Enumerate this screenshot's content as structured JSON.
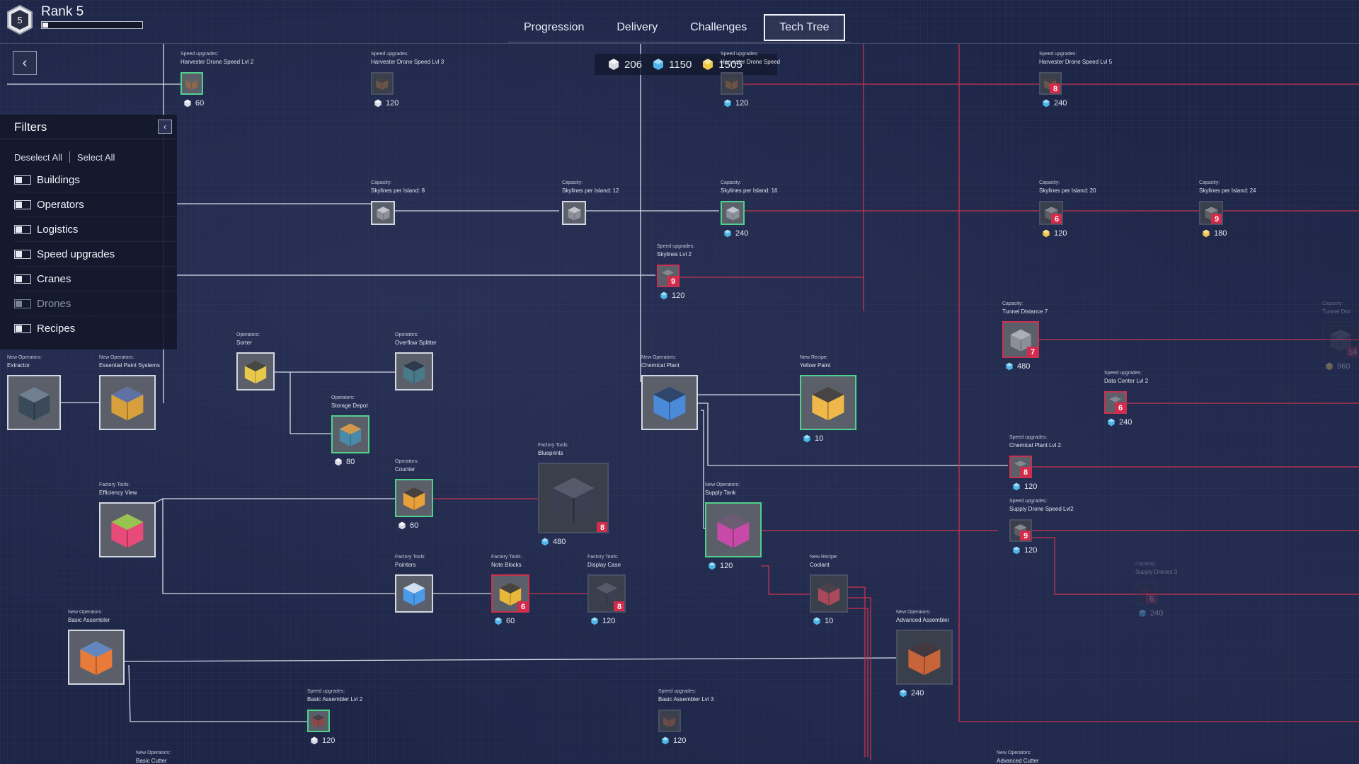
{
  "header": {
    "rank_number": "5",
    "rank_label": "Rank 5",
    "rank_progress": 0.06,
    "tabs": [
      {
        "label": "Progression",
        "active": false
      },
      {
        "label": "Delivery",
        "active": false
      },
      {
        "label": "Challenges",
        "active": false
      },
      {
        "label": "Tech Tree",
        "active": true
      }
    ]
  },
  "currency": {
    "shapes": "206",
    "crystals": "1150",
    "gold": "1505"
  },
  "colors": {
    "shape_currency": "#d8dbe3",
    "crystal_currency": "#4fb6e8",
    "gold_currency": "#f0c94a",
    "researched_border": "#4fd08c",
    "locked_link": "#c8324e",
    "badge": "#d42a4c"
  },
  "filters": {
    "title": "Filters",
    "deselect_all": "Deselect All",
    "select_all": "Select All",
    "items": [
      {
        "label": "Buildings",
        "enabled": true
      },
      {
        "label": "Operators",
        "enabled": true
      },
      {
        "label": "Logistics",
        "enabled": true
      },
      {
        "label": "Speed upgrades",
        "enabled": true
      },
      {
        "label": "Cranes",
        "enabled": true
      },
      {
        "label": "Drones",
        "enabled": false
      },
      {
        "label": "Recipes",
        "enabled": true
      }
    ]
  },
  "nodes": {
    "harvester2": {
      "category": "Speed upgrades:",
      "name": "Harvester Drone Speed Lvl 2",
      "cost": "60",
      "currency": "shape-icon"
    },
    "harvester3": {
      "category": "Speed upgrades:",
      "name": "Harvester Drone Speed Lvl 3",
      "cost": "120",
      "currency": "shape-icon"
    },
    "harvester4": {
      "category": "Speed upgrades:",
      "name": "Harvester Drone Speed",
      "cost": "120",
      "currency": "crystal-icon"
    },
    "harvester5": {
      "category": "Speed upgrades:",
      "name": "Harvester Drone Speed Lvl 5",
      "cost": "240",
      "currency": "crystal-icon",
      "badge": "8"
    },
    "skylines8": {
      "category": "Capacity:",
      "name": "Skylines per Island: 8"
    },
    "skylines12": {
      "category": "Capacity:",
      "name": "Skylines per Island: 12"
    },
    "skylines16": {
      "category": "Capacity:",
      "name": "Skylines per Island: 16",
      "cost": "240",
      "currency": "crystal-icon"
    },
    "skylines20": {
      "category": "Capacity:",
      "name": "Skylines per Island: 20",
      "cost": "120",
      "currency": "gold-icon",
      "badge": "6"
    },
    "skylines24": {
      "category": "Capacity:",
      "name": "Skylines per Island: 24",
      "cost": "180",
      "currency": "gold-icon",
      "badge": "9"
    },
    "skylinesspeed2": {
      "category": "Speed upgrades:",
      "name": "Skylines Lvl 2",
      "cost": "120",
      "currency": "crystal-icon",
      "badge": "9"
    },
    "tunnel7": {
      "category": "Capacity:",
      "name": "Tunnel Distance 7",
      "cost": "480",
      "currency": "crystal-icon",
      "badge": "7"
    },
    "tunnelnext": {
      "category": "Capacity:",
      "name": "Tunnel Dist",
      "cost": "960",
      "currency": "gold-icon",
      "badge": "14"
    },
    "datacenter2": {
      "category": "Speed upgrades:",
      "name": "Data Center Lvl 2",
      "cost": "240",
      "currency": "crystal-icon",
      "badge": "6"
    },
    "chemplant2": {
      "category": "Speed upgrades:",
      "name": "Chemical Plant Lvl 2",
      "cost": "120",
      "currency": "crystal-icon",
      "badge": "8"
    },
    "supplydrone2": {
      "category": "Speed upgrades:",
      "name": "Supply Drone Speed Lvl2",
      "cost": "120",
      "currency": "crystal-icon",
      "badge": "9"
    },
    "supplydrones3": {
      "category": "Capacity:",
      "name": "Supply Drones 3",
      "cost": "240",
      "currency": "crystal-icon",
      "badge": "6"
    },
    "extractor": {
      "category": "New Operators:",
      "name": "Extractor"
    },
    "paint": {
      "category": "New Operators:",
      "name": "Essential Paint Systems"
    },
    "sorter": {
      "category": "Operators:",
      "name": "Sorter"
    },
    "splitter": {
      "category": "Operators:",
      "name": "Overflow Splitter"
    },
    "storage": {
      "category": "Operators:",
      "name": "Storage Depot",
      "cost": "80",
      "currency": "shape-icon"
    },
    "chemplant": {
      "category": "New Operators:",
      "name": "Chemical Plant"
    },
    "yellowpaint": {
      "category": "New Recipe:",
      "name": "Yellow Paint",
      "cost": "10",
      "currency": "crystal-icon"
    },
    "efficiency": {
      "category": "Factory Tools:",
      "name": "Efficiency View"
    },
    "counter": {
      "category": "Operators:",
      "name": "Counter",
      "cost": "60",
      "currency": "shape-icon"
    },
    "blueprints": {
      "category": "Factory Tools:",
      "name": "Blueprints",
      "cost": "480",
      "currency": "crystal-icon",
      "badge": "8"
    },
    "supplytank": {
      "category": "New Operators:",
      "name": "Supply Tank",
      "cost": "120",
      "currency": "crystal-icon"
    },
    "pointers": {
      "category": "Factory Tools:",
      "name": "Pointers"
    },
    "noteblocks": {
      "category": "Factory Tools:",
      "name": "Note Blocks",
      "cost": "60",
      "currency": "crystal-icon",
      "badge": "6"
    },
    "displaycase": {
      "category": "Factory Tools:",
      "name": "Display Case",
      "cost": "120",
      "currency": "crystal-icon",
      "badge": "8"
    },
    "coolant": {
      "category": "New Recipe:",
      "name": "Coolant",
      "cost": "10",
      "currency": "crystal-icon"
    },
    "basicassembler": {
      "category": "New Operators:",
      "name": "Basic Assembler"
    },
    "advassembler": {
      "category": "New Operators:",
      "name": "Advanced Assembler",
      "cost": "240",
      "currency": "crystal-icon"
    },
    "basicassembler2": {
      "category": "Speed upgrades:",
      "name": "Basic Assembler Lvl 2",
      "cost": "120",
      "currency": "shape-icon"
    },
    "basicassembler3": {
      "category": "Speed upgrades:",
      "name": "Basic Assembler Lvl 3",
      "cost": "120",
      "currency": "crystal-icon"
    },
    "basiccutter": {
      "category": "New Operators:",
      "name": "Basic Cutter"
    },
    "advcutter": {
      "category": "New Operators:",
      "name": "Advanced Cutter"
    }
  }
}
